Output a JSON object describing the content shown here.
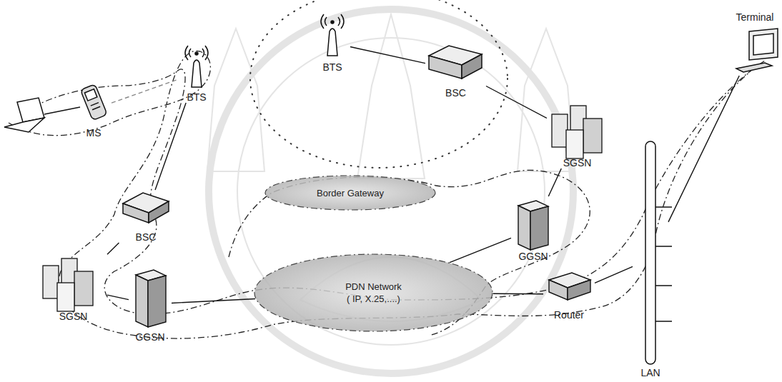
{
  "diagram": {
    "nodes": [
      {
        "text": [
          "BTS"
        ]
      },
      {
        "text": [
          "BSC"
        ]
      },
      {
        "text": [
          "Terminal"
        ]
      },
      {
        "text": [
          "MS"
        ]
      },
      {
        "text": [
          "BTS"
        ]
      },
      {
        "text": [
          "SGSN"
        ]
      },
      {
        "text": [
          "Border Gateway"
        ]
      },
      {
        "text": [
          "BSC"
        ]
      },
      {
        "text": [
          "GGSN"
        ]
      },
      {
        "text": [
          "SGSN"
        ]
      },
      {
        "text": [
          "PDN Network",
          "( IP, X.25,....)"
        ]
      },
      {
        "text": [
          "Router"
        ]
      },
      {
        "text": [
          "LAN"
        ]
      },
      {
        "text": [
          "GGSN"
        ]
      }
    ],
    "edges": [
      {
        "from": 3,
        "to": 4,
        "arrow": "none"
      },
      {
        "from": 4,
        "to": 7,
        "arrow": "none"
      },
      {
        "from": 7,
        "to": 9,
        "arrow": "none"
      },
      {
        "from": 9,
        "to": 13,
        "arrow": "none"
      },
      {
        "from": 13,
        "to": 10,
        "arrow": "none"
      },
      {
        "from": 0,
        "to": 1,
        "arrow": "none"
      },
      {
        "from": 1,
        "to": 5,
        "arrow": "none"
      },
      {
        "from": 5,
        "to": 8,
        "arrow": "none"
      },
      {
        "from": 8,
        "to": 10,
        "arrow": "none"
      },
      {
        "from": 10,
        "to": 11,
        "arrow": "none"
      },
      {
        "from": 11,
        "to": 12,
        "arrow": "none"
      },
      {
        "from": 12,
        "to": 2,
        "arrow": "none"
      }
    ]
  }
}
